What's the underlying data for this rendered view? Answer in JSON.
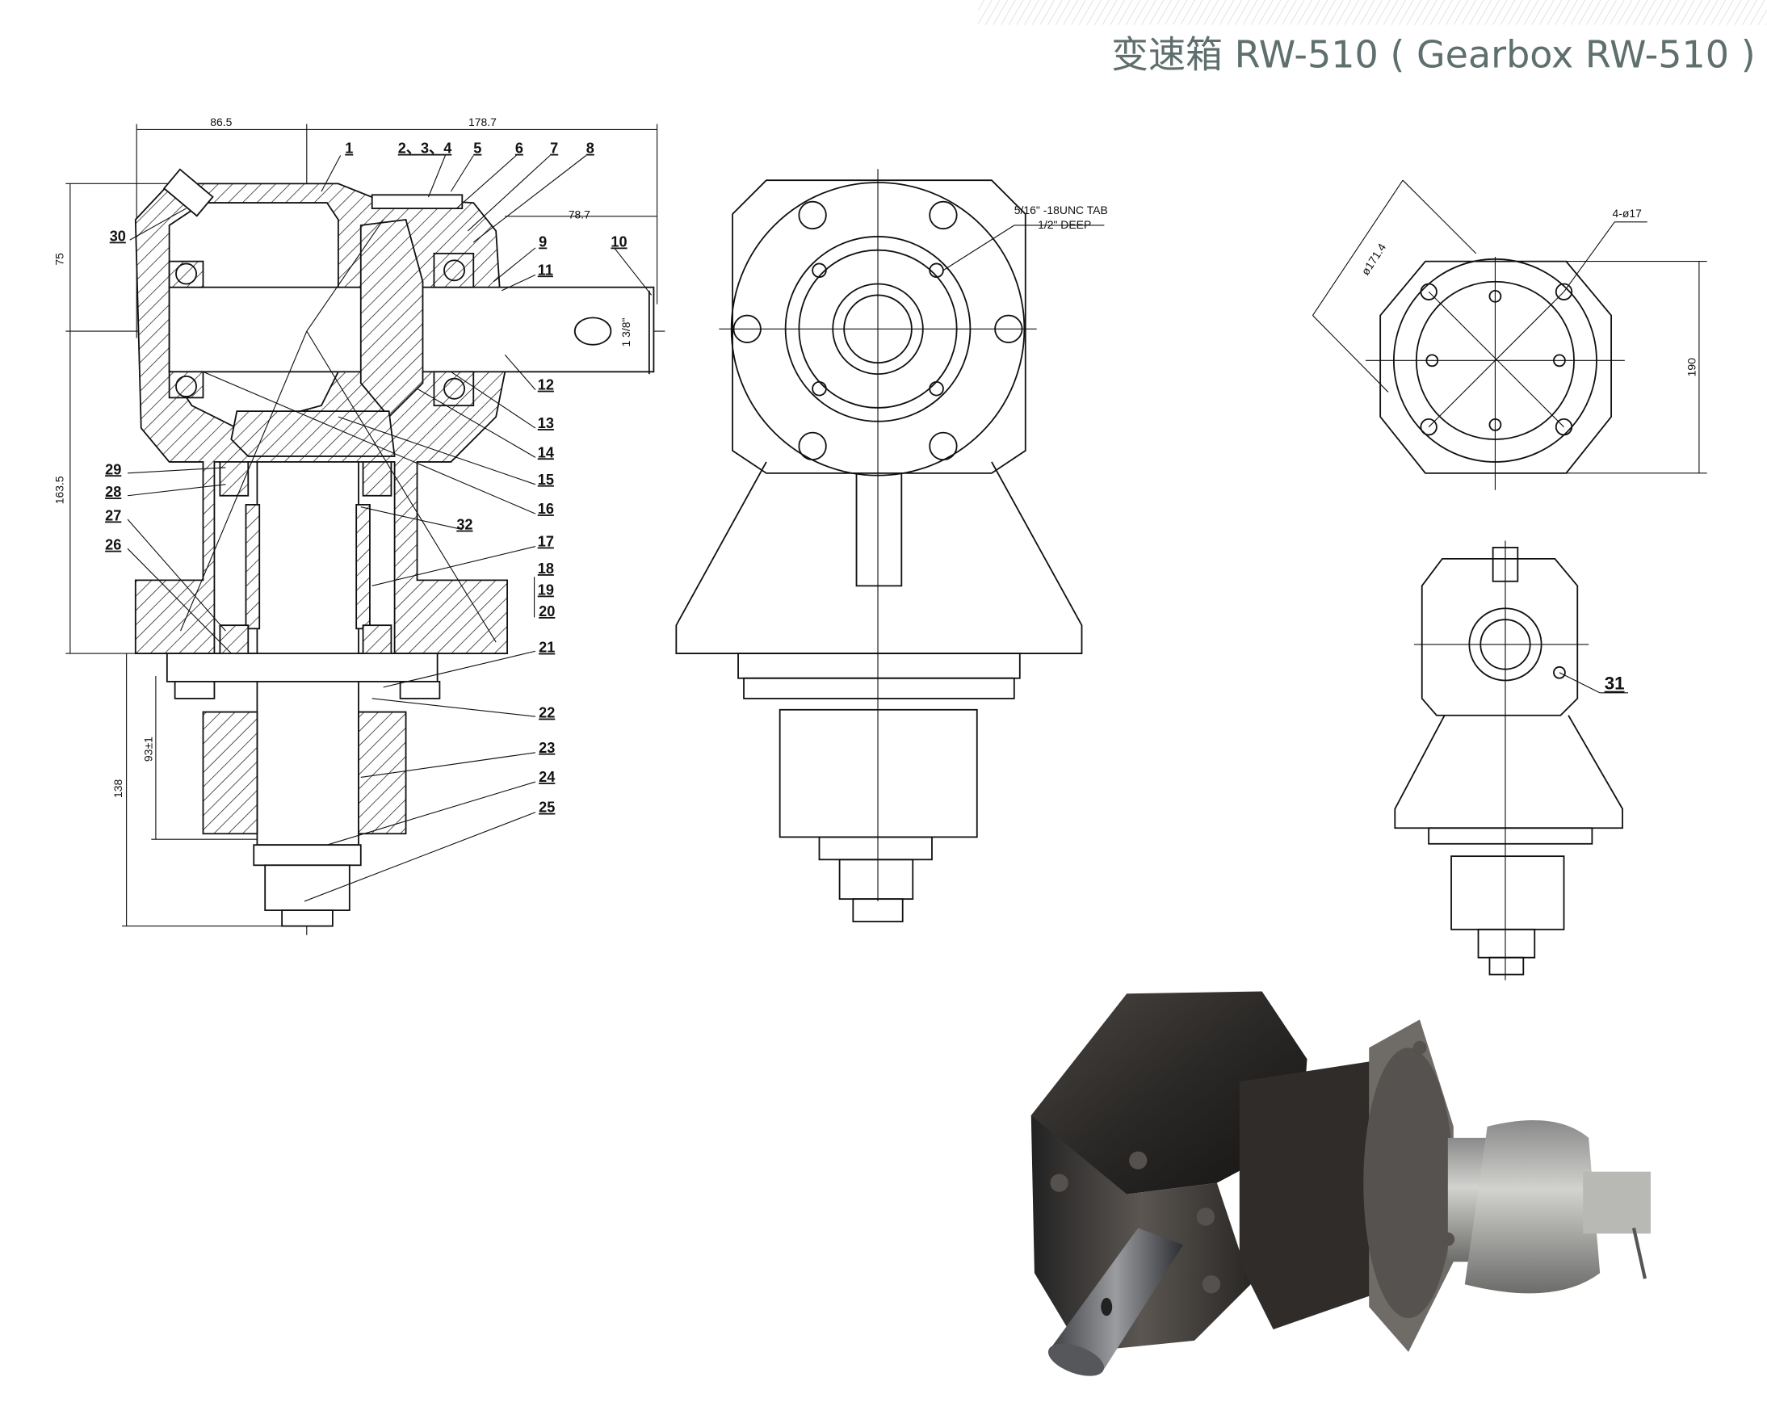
{
  "header": {
    "title": "变速箱 RW-510 ( Gearbox RW-510 )"
  },
  "section_view": {
    "dimensions": {
      "left_width": "86.5",
      "total_width": "178.7",
      "shaft_length": "78.7",
      "upper_height": "75",
      "lower_height": "163.5",
      "hub_height": "93±1",
      "bottom_height": "138",
      "shaft_diameter": "1 3/8\""
    },
    "part_labels": {
      "p1": "1",
      "p234": "2、3、4",
      "p5": "5",
      "p6": "6",
      "p7": "7",
      "p8": "8",
      "p9": "9",
      "p10": "10",
      "p11": "11",
      "p12": "12",
      "p13": "13",
      "p14": "14",
      "p15": "15",
      "p16": "16",
      "p17": "17",
      "p18": "18",
      "p19": "19",
      "p20": "20",
      "p21": "21",
      "p22": "22",
      "p23": "23",
      "p24": "24",
      "p25": "25",
      "p26": "26",
      "p27": "27",
      "p28": "28",
      "p29": "29",
      "p30": "30",
      "p32": "32"
    }
  },
  "front_view": {
    "thread_note_line1": "5/16\" -18UNC TAB",
    "thread_note_line2": "1/2\"  DEEP"
  },
  "flange_view": {
    "bolt_circle": "ø171.4",
    "holes": "4-ø17",
    "height": "190"
  },
  "side_view": {
    "part_label": "31"
  }
}
